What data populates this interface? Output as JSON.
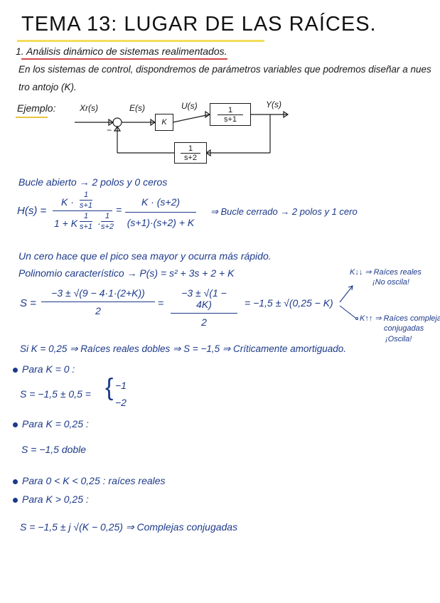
{
  "title": "TEMA 13: LUGAR DE LAS RAÍCES.",
  "section": "1. Análisis dinámico de sistemas realimentados.",
  "intro_line1": "En los sistemas de control, dispondremos de parámetros variables que podremos diseñar a nues",
  "intro_line2": "tro antojo (K).",
  "example": {
    "label": "Ejemplo:",
    "input": "Xr(s)",
    "error": "E(s)",
    "gain": "K",
    "control": "U(s)",
    "plant_num": "1",
    "plant_den": "s+1",
    "output": "Y(s)",
    "feedback_num": "1",
    "feedback_den": "s+2",
    "minus": "−"
  },
  "open_loop": "Bucle abierto → 2 polos y 0 ceros",
  "hs": {
    "lhs": "H(s) =",
    "num_k": "K ·",
    "num_frac_num": "1",
    "num_frac_den": "s+1",
    "den_prefix": "1 + K",
    "den_f1_num": "1",
    "den_f1_den": "s+1",
    "den_dot": "·",
    "den_f2_num": "1",
    "den_f2_den": "s+2",
    "eq": "=",
    "rhs_num": "K · (s+2)",
    "rhs_den": "(s+1)·(s+2) + K",
    "closed_loop": "⇒ Bucle cerrado → 2 polos y 1 cero"
  },
  "zero_note": "Un cero hace que el pico sea mayor y ocurra más rápido.",
  "char_poly": "Polinomio característico → P(s) = s² + 3s + 2 + K",
  "roots": {
    "lhs": "S =",
    "f1_num": "−3 ± √(9 − 4·1·(2+K))",
    "f1_den": "2",
    "eq1": "=",
    "f2_num": "−3 ± √(1 − 4K)",
    "f2_den": "2",
    "eq2": "= −1,5 ± √(0,25 − K)"
  },
  "branch_low": {
    "line1": "K↓↓ ⇒ Raíces reales",
    "line2": "¡No oscila!"
  },
  "branch_high": {
    "line1": "K↑↑ ⇒ Raíces complejas",
    "line2": "conjugadas",
    "line3": "¡Oscila!"
  },
  "critical": "Si K = 0,25 ⇒ Raíces reales dobles ⇒ S = −1,5 ⇒ Críticamente amortiguado.",
  "cases": [
    {
      "label": "Para K = 0 :",
      "result": "S = −1,5 ± 0,5 =",
      "values": [
        "−1",
        "−2"
      ]
    },
    {
      "label": "Para K = 0,25 :",
      "result": "S = −1,5 doble"
    },
    {
      "label": "Para 0 < K < 0,25 : raíces reales"
    },
    {
      "label": "Para K > 0,25 :",
      "result": "S = −1,5 ± j √(K − 0,25) ⇒ Complejas conjugadas"
    }
  ],
  "colors": {
    "ink": "#1d3a8a",
    "highlight": "#f3dd5a",
    "underline": "#d24a4a"
  }
}
